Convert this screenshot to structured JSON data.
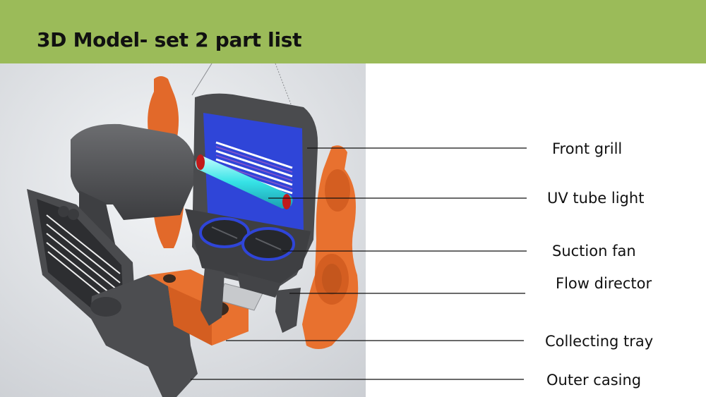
{
  "slide": {
    "title": "3D Model- set 2 part list",
    "header_color": "#9bbb59"
  },
  "image": {
    "description_icon": "exploded-device-render",
    "colors": {
      "shell": "#4a4b4e",
      "panel": "#e8712f",
      "blue": "#2f45d8",
      "uv": "#36e3e6",
      "background": "#e9ebee"
    }
  },
  "parts": [
    {
      "label": "Front grill"
    },
    {
      "label": "UV tube light"
    },
    {
      "label": "Suction fan"
    },
    {
      "label": "Flow director"
    },
    {
      "label": "Collecting tray"
    },
    {
      "label": "Outer casing"
    }
  ]
}
